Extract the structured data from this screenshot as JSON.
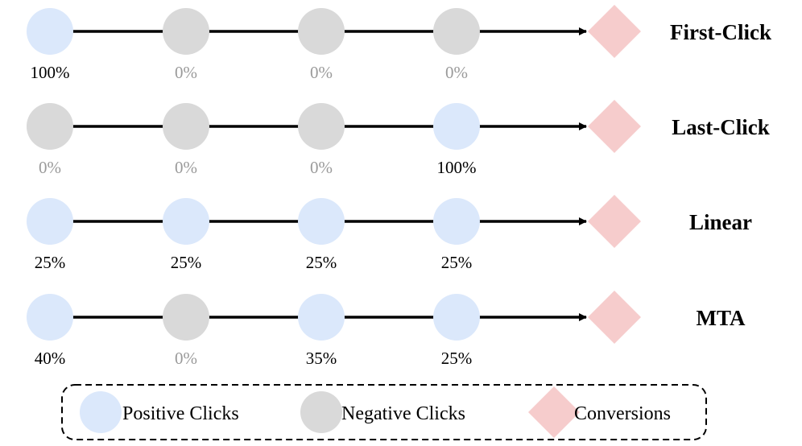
{
  "colors": {
    "positive": "#dbe8fb",
    "negative": "#d9d9d9",
    "conversion": "#f6cccc",
    "line": "#000000",
    "label_active": "#000000",
    "label_muted": "#9a9a9a"
  },
  "rows": [
    {
      "label": "First-Click",
      "nodes": [
        {
          "kind": "positive",
          "pct": "100%"
        },
        {
          "kind": "negative",
          "pct": "0%"
        },
        {
          "kind": "negative",
          "pct": "0%"
        },
        {
          "kind": "negative",
          "pct": "0%"
        }
      ]
    },
    {
      "label": "Last-Click",
      "nodes": [
        {
          "kind": "negative",
          "pct": "0%"
        },
        {
          "kind": "negative",
          "pct": "0%"
        },
        {
          "kind": "negative",
          "pct": "0%"
        },
        {
          "kind": "positive",
          "pct": "100%"
        }
      ]
    },
    {
      "label": "Linear",
      "nodes": [
        {
          "kind": "positive",
          "pct": "25%"
        },
        {
          "kind": "positive",
          "pct": "25%"
        },
        {
          "kind": "positive",
          "pct": "25%"
        },
        {
          "kind": "positive",
          "pct": "25%"
        }
      ]
    },
    {
      "label": "MTA",
      "nodes": [
        {
          "kind": "positive",
          "pct": "40%"
        },
        {
          "kind": "negative",
          "pct": "0%"
        },
        {
          "kind": "positive",
          "pct": "35%"
        },
        {
          "kind": "positive",
          "pct": "25%"
        }
      ]
    }
  ],
  "legend": {
    "positive_label": "Positive Clicks",
    "negative_label": "Negative Clicks",
    "conversion_label": "Conversions"
  }
}
